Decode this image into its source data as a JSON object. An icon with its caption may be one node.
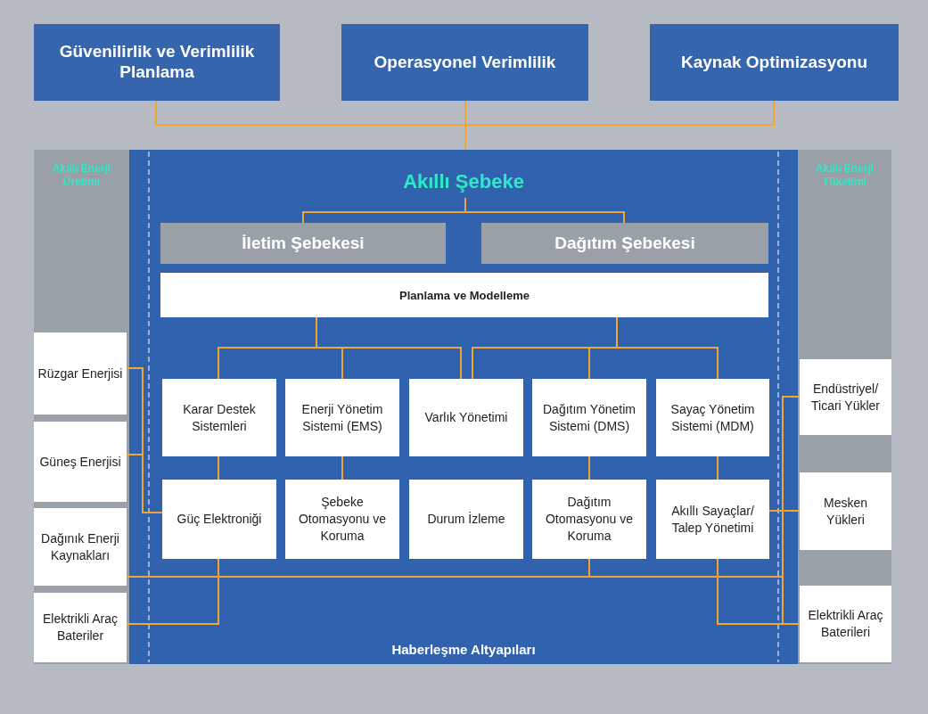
{
  "diagram": {
    "nodes": [
      {
        "text": [
          "Güvenilirlik ve Verimlilik Planlama"
        ]
      },
      {
        "text": [
          "Operasyonel Verimlilik"
        ]
      },
      {
        "text": [
          "Kaynak Optimizasyonu"
        ]
      },
      {
        "text": [
          "Akıllı Enerji Üretimi"
        ]
      },
      {
        "text": [
          "Rüzgar Enerjisi"
        ],
        "in": 3
      },
      {
        "text": [
          "Güneş Enerjisi"
        ],
        "in": 3
      },
      {
        "text": [
          "Dağınık Enerji Kaynakları"
        ],
        "in": 3
      },
      {
        "text": [
          "Elektrikli Araç Bateriler"
        ],
        "in": 3
      },
      {
        "text": [
          "Haberleşme Altyapıları"
        ]
      },
      {
        "text": [
          "Akıllı Şebeke"
        ],
        "in": 8
      },
      {
        "text": [
          "İletim Şebekesi"
        ],
        "in": 8
      },
      {
        "text": [
          "Dağıtım Şebekesi"
        ],
        "in": 8
      },
      {
        "text": [
          "Planlama ve Modelleme"
        ],
        "in": 8
      },
      {
        "text": [
          "Karar Destek Sistemleri"
        ],
        "in": 8
      },
      {
        "text": [
          "Enerji Yönetim Sistemi (EMS)"
        ],
        "in": 8
      },
      {
        "text": [
          "Varlık Yönetimi"
        ],
        "in": 8
      },
      {
        "text": [
          "Dağıtım Yönetim Sistemi (DMS)"
        ],
        "in": 8
      },
      {
        "text": [
          "Sayaç Yönetim Sistemi (MDM)"
        ],
        "in": 8
      },
      {
        "text": [
          "Güç Elektroniği"
        ],
        "in": 8
      },
      {
        "text": [
          "Şebeke Otomasyonu ve Koruma"
        ],
        "in": 8
      },
      {
        "text": [
          "Durum İzleme"
        ],
        "in": 8
      },
      {
        "text": [
          "Dağıtım Otomasyonu ve Koruma"
        ],
        "in": 8
      },
      {
        "text": [
          "Akıllı Sayaçlar/ Talep Yönetimi"
        ],
        "in": 8
      },
      {
        "text": [
          "Akıllı Enerji Tüketimi"
        ]
      },
      {
        "text": [
          "Endüstriyel/ Ticari Yükler"
        ],
        "in": 23
      },
      {
        "text": [
          "Mesken Yükleri"
        ],
        "in": 23
      },
      {
        "text": [
          "Elektrikli Araç Baterileri"
        ],
        "in": 23
      }
    ],
    "edges": [
      {
        "from": 0,
        "to": 8,
        "arrow": "none"
      },
      {
        "from": 1,
        "to": 8,
        "arrow": "none"
      },
      {
        "from": 2,
        "to": 8,
        "arrow": "none"
      },
      {
        "from": 9,
        "to": 10,
        "arrow": "none"
      },
      {
        "from": 9,
        "to": 11,
        "arrow": "none"
      },
      {
        "from": 12,
        "to": 13,
        "arrow": "none"
      },
      {
        "from": 12,
        "to": 14,
        "arrow": "none"
      },
      {
        "from": 12,
        "to": 15,
        "arrow": "none"
      },
      {
        "from": 12,
        "to": 15,
        "arrow": "none"
      },
      {
        "from": 12,
        "to": 16,
        "arrow": "none"
      },
      {
        "from": 12,
        "to": 17,
        "arrow": "none"
      },
      {
        "from": 13,
        "to": 18,
        "arrow": "none"
      },
      {
        "from": 14,
        "to": 19,
        "arrow": "none"
      },
      {
        "from": 16,
        "to": 21,
        "arrow": "none"
      },
      {
        "from": 17,
        "to": 22,
        "arrow": "none"
      },
      {
        "from": 4,
        "to": 18,
        "arrow": "none"
      },
      {
        "from": 5,
        "to": 18,
        "arrow": "none"
      },
      {
        "from": 7,
        "to": 18,
        "arrow": "none"
      },
      {
        "from": 21,
        "to": 18,
        "arrow": "none"
      },
      {
        "from": 22,
        "to": 25,
        "arrow": "none"
      },
      {
        "from": 22,
        "to": 26,
        "arrow": "none"
      },
      {
        "from": 24,
        "to": 26,
        "arrow": "none"
      },
      {
        "from": 25,
        "to": 6,
        "arrow": "none"
      }
    ]
  }
}
